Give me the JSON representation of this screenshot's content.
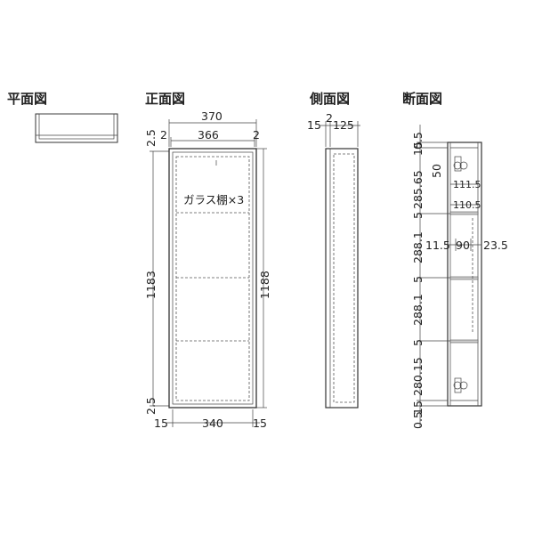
{
  "views": {
    "plan": "平面図",
    "front": "正面図",
    "side": "側面図",
    "section": "断面図"
  },
  "front_dims": {
    "outer_width": "370",
    "inner_width": "366",
    "left_gap": "2",
    "right_gap": "2",
    "top_margin": "2.5",
    "bottom_margin": "2.5",
    "height_left": "1183",
    "height_right": "1188",
    "bottom_left": "15",
    "bottom_width": "340",
    "bottom_right": "15",
    "glass_label": "ガラス棚×3"
  },
  "side_dims": {
    "d1": "15",
    "d2": "2",
    "d3": "125"
  },
  "section_dims": {
    "top_a": "0.5",
    "top_b": "15",
    "h1": "285.65",
    "h50": "50",
    "s1": "5",
    "h2": "288.1",
    "s2": "5",
    "h3": "288.1",
    "s3": "5",
    "h4": "280.15",
    "bot_a": "15",
    "bot_b": "0.5",
    "w1": "111.5",
    "w2": "110.5",
    "d_left": "11.5",
    "d_mid": "90",
    "d_right": "23.5"
  }
}
